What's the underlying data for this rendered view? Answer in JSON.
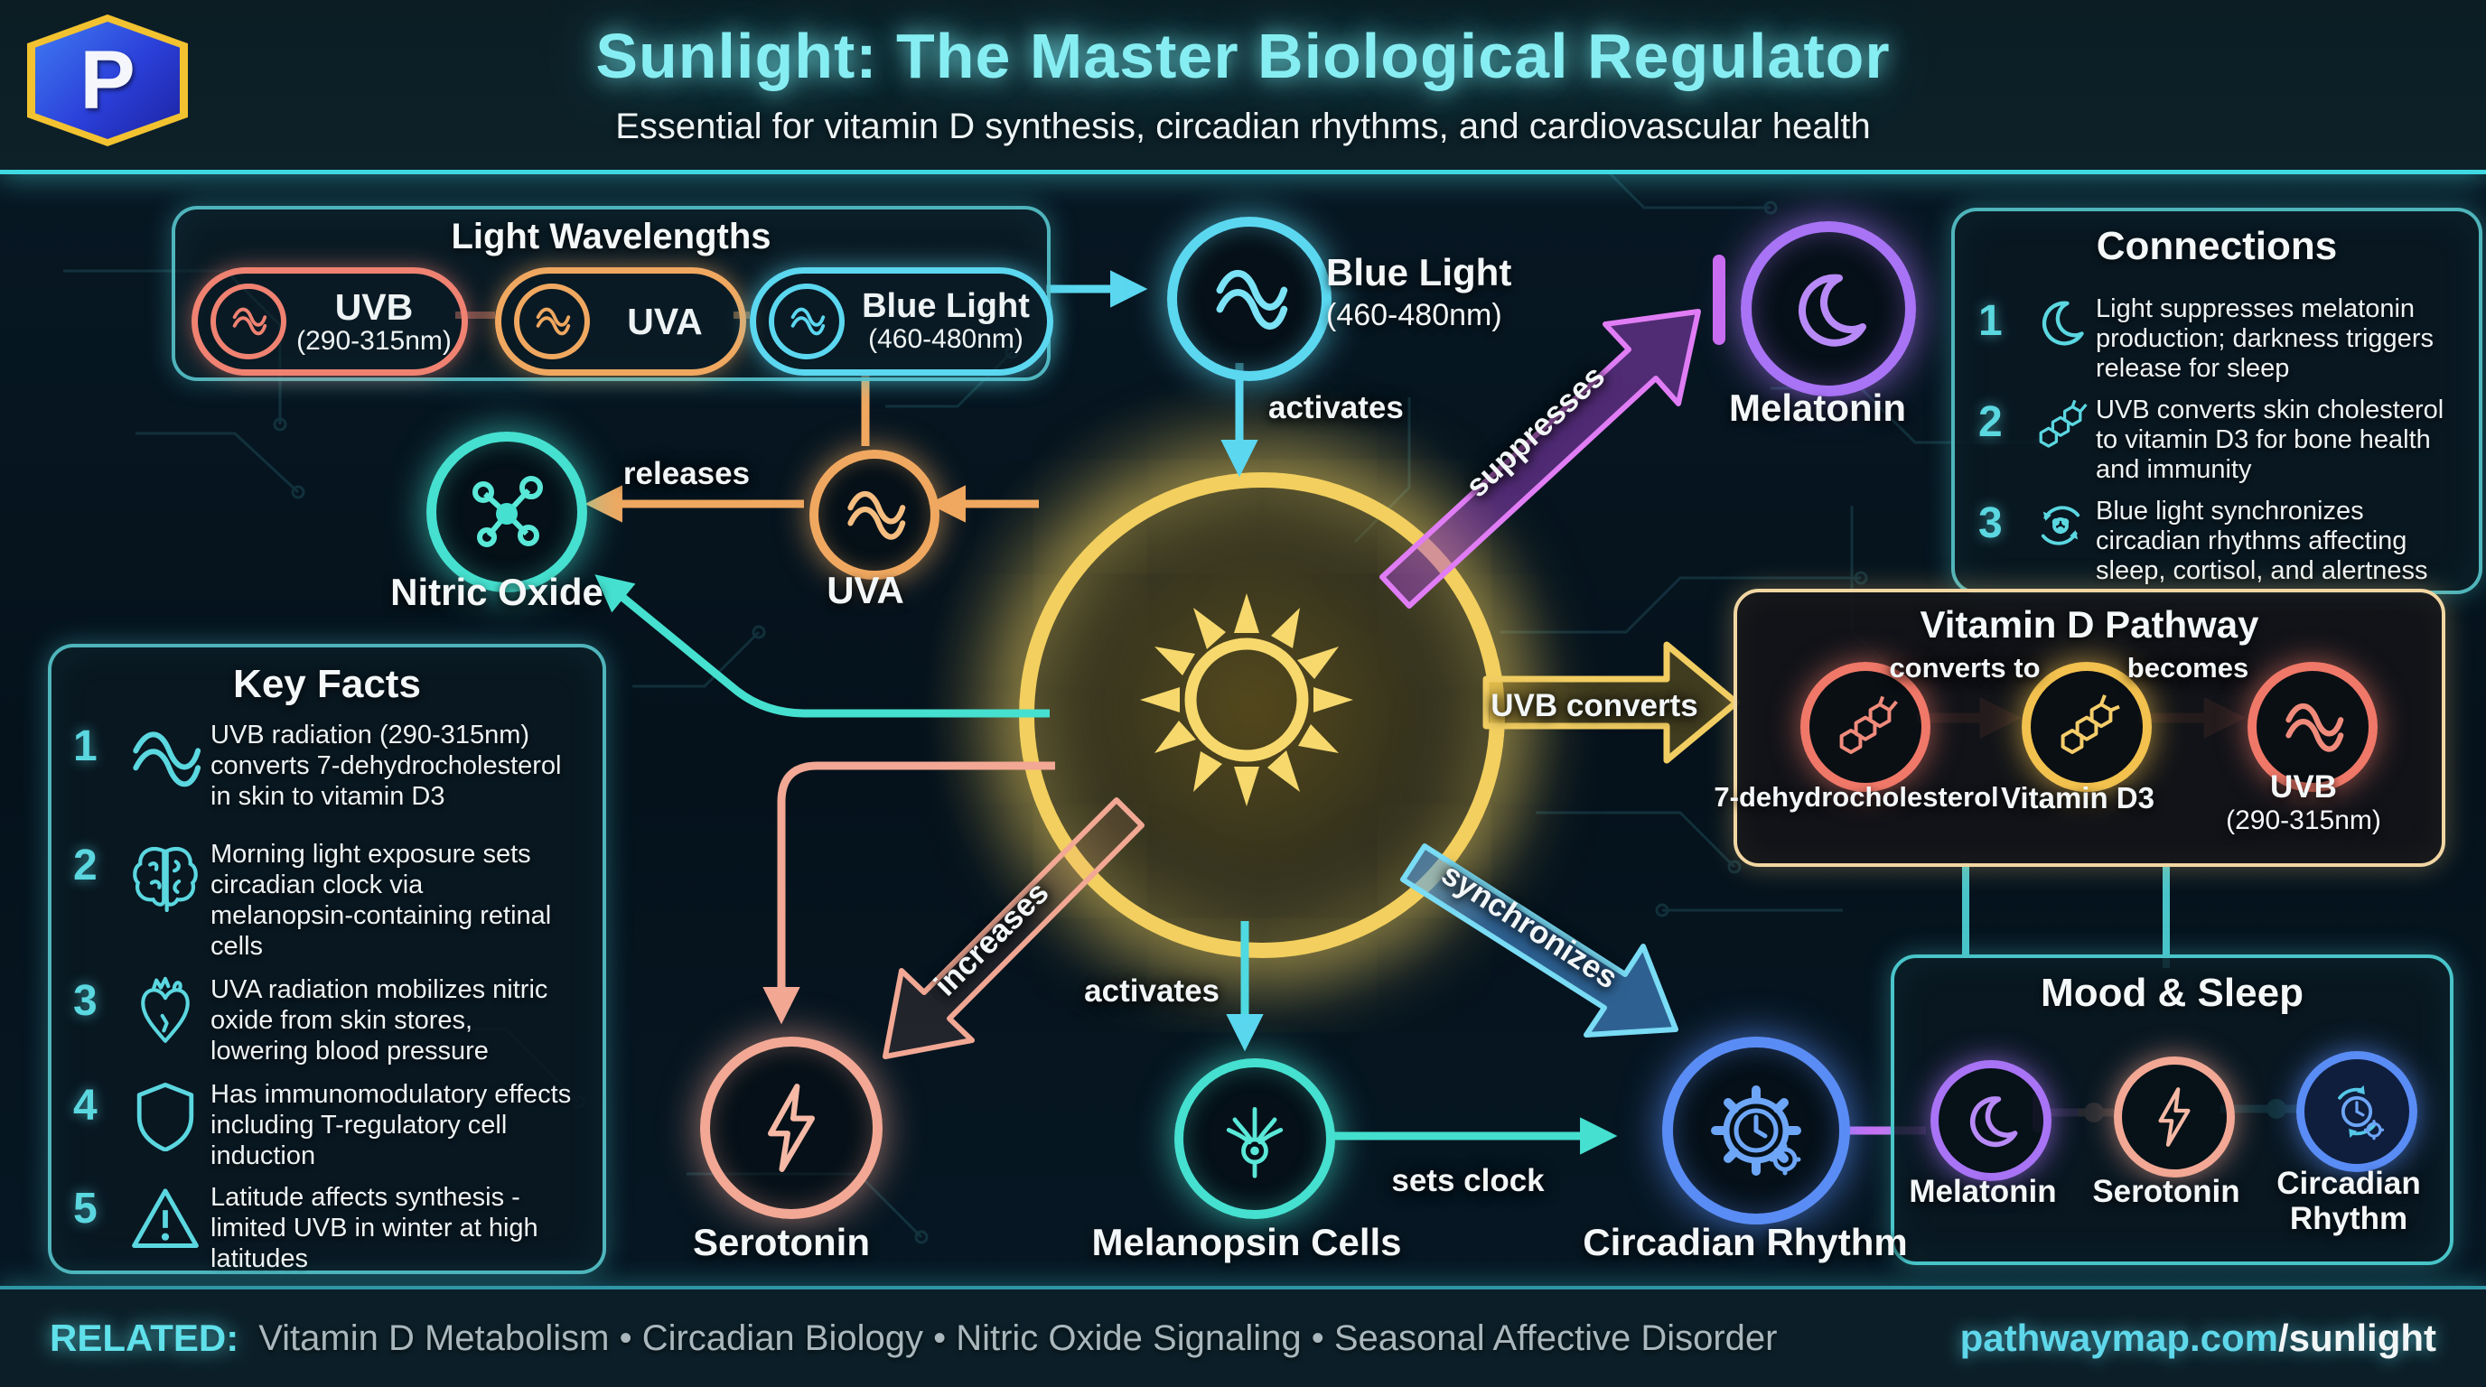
{
  "header": {
    "title": "Sunlight: The Master Biological Regulator",
    "subtitle": "Essential for vitamin D synthesis, circadian rhythms, and cardiovascular health",
    "logo_letter": "P"
  },
  "wavelengths": {
    "title": "Light Wavelengths",
    "uvb_label": "UVB",
    "uvb_range": "(290-315nm)",
    "uva_label": "UVA",
    "blue_label": "Blue Light",
    "blue_range": "(460-480nm)"
  },
  "nodes": {
    "blue_light": {
      "label": "Blue Light",
      "range": "(460-480nm)"
    },
    "melatonin": "Melatonin",
    "nitric_oxide": "Nitric Oxide",
    "uva": "UVA",
    "serotonin": "Serotonin",
    "melanopsin": "Melanopsin Cells",
    "circadian": "Circadian Rhythm"
  },
  "edges": {
    "activates_top": "activates",
    "suppresses": "suppresses",
    "releases": "releases",
    "uvb_converts": "UVB converts",
    "increases": "increases",
    "activates_bottom": "activates",
    "synchronizes": "synchronizes",
    "sets_clock": "sets clock"
  },
  "key_facts": {
    "title": "Key Facts",
    "items": [
      {
        "num": "1",
        "icon": "wave-icon",
        "text": "UVB radiation (290-315nm) converts 7-dehydrocholesterol in skin to vitamin D3"
      },
      {
        "num": "2",
        "icon": "brain-icon",
        "text": "Morning light exposure sets circadian clock via melanopsin-containing retinal cells"
      },
      {
        "num": "3",
        "icon": "heart-icon",
        "text": "UVA radiation mobilizes nitric oxide from skin stores, lowering blood pressure"
      },
      {
        "num": "4",
        "icon": "shield-icon",
        "text": "Has immunomodulatory effects including T-regulatory cell induction"
      },
      {
        "num": "5",
        "icon": "warning-icon",
        "text": "Latitude affects synthesis - limited UVB in winter at high latitudes"
      }
    ]
  },
  "connections": {
    "title": "Connections",
    "items": [
      {
        "num": "1",
        "icon": "moon-icon",
        "text": "Light suppresses melatonin production; darkness triggers release for sleep"
      },
      {
        "num": "2",
        "icon": "molecule-icon",
        "text": "UVB converts skin cholesterol to vitamin D3 for bone health and immunity"
      },
      {
        "num": "3",
        "icon": "cycle-icon",
        "text": "Blue light synchronizes circadian rhythms affecting sleep, cortisol, and alertness"
      }
    ]
  },
  "vitamin_d": {
    "title": "Vitamin D Pathway",
    "node1": "7-dehydrocholesterol",
    "arrow1": "converts to",
    "node2": "Vitamin D3",
    "arrow2": "becomes",
    "node3": "UVB",
    "node3_range": "(290-315nm)"
  },
  "mood_sleep": {
    "title": "Mood & Sleep",
    "items": [
      {
        "label": "Melatonin"
      },
      {
        "label": "Serotonin"
      },
      {
        "label": "Circadian Rhythm"
      }
    ]
  },
  "footer": {
    "related_label": "RELATED:",
    "topics": "Vitamin D Metabolism • Circadian Biology • Nitric Oxide Signaling • Seasonal Affective Disorder",
    "site": "pathwaymap.com",
    "path": "/sunlight"
  },
  "colors": {
    "accent_cyan": "#5fe0ea",
    "uvb_red": "#f08272",
    "uva_orange": "#f0a860",
    "blue": "#5bd7f0",
    "sun_yellow": "#f2cf5e",
    "purple": "#a873f5",
    "magenta": "#d36df5",
    "teal": "#45e0cf",
    "circadian_blue": "#5a8cf5",
    "salmon": "#f2a894"
  }
}
